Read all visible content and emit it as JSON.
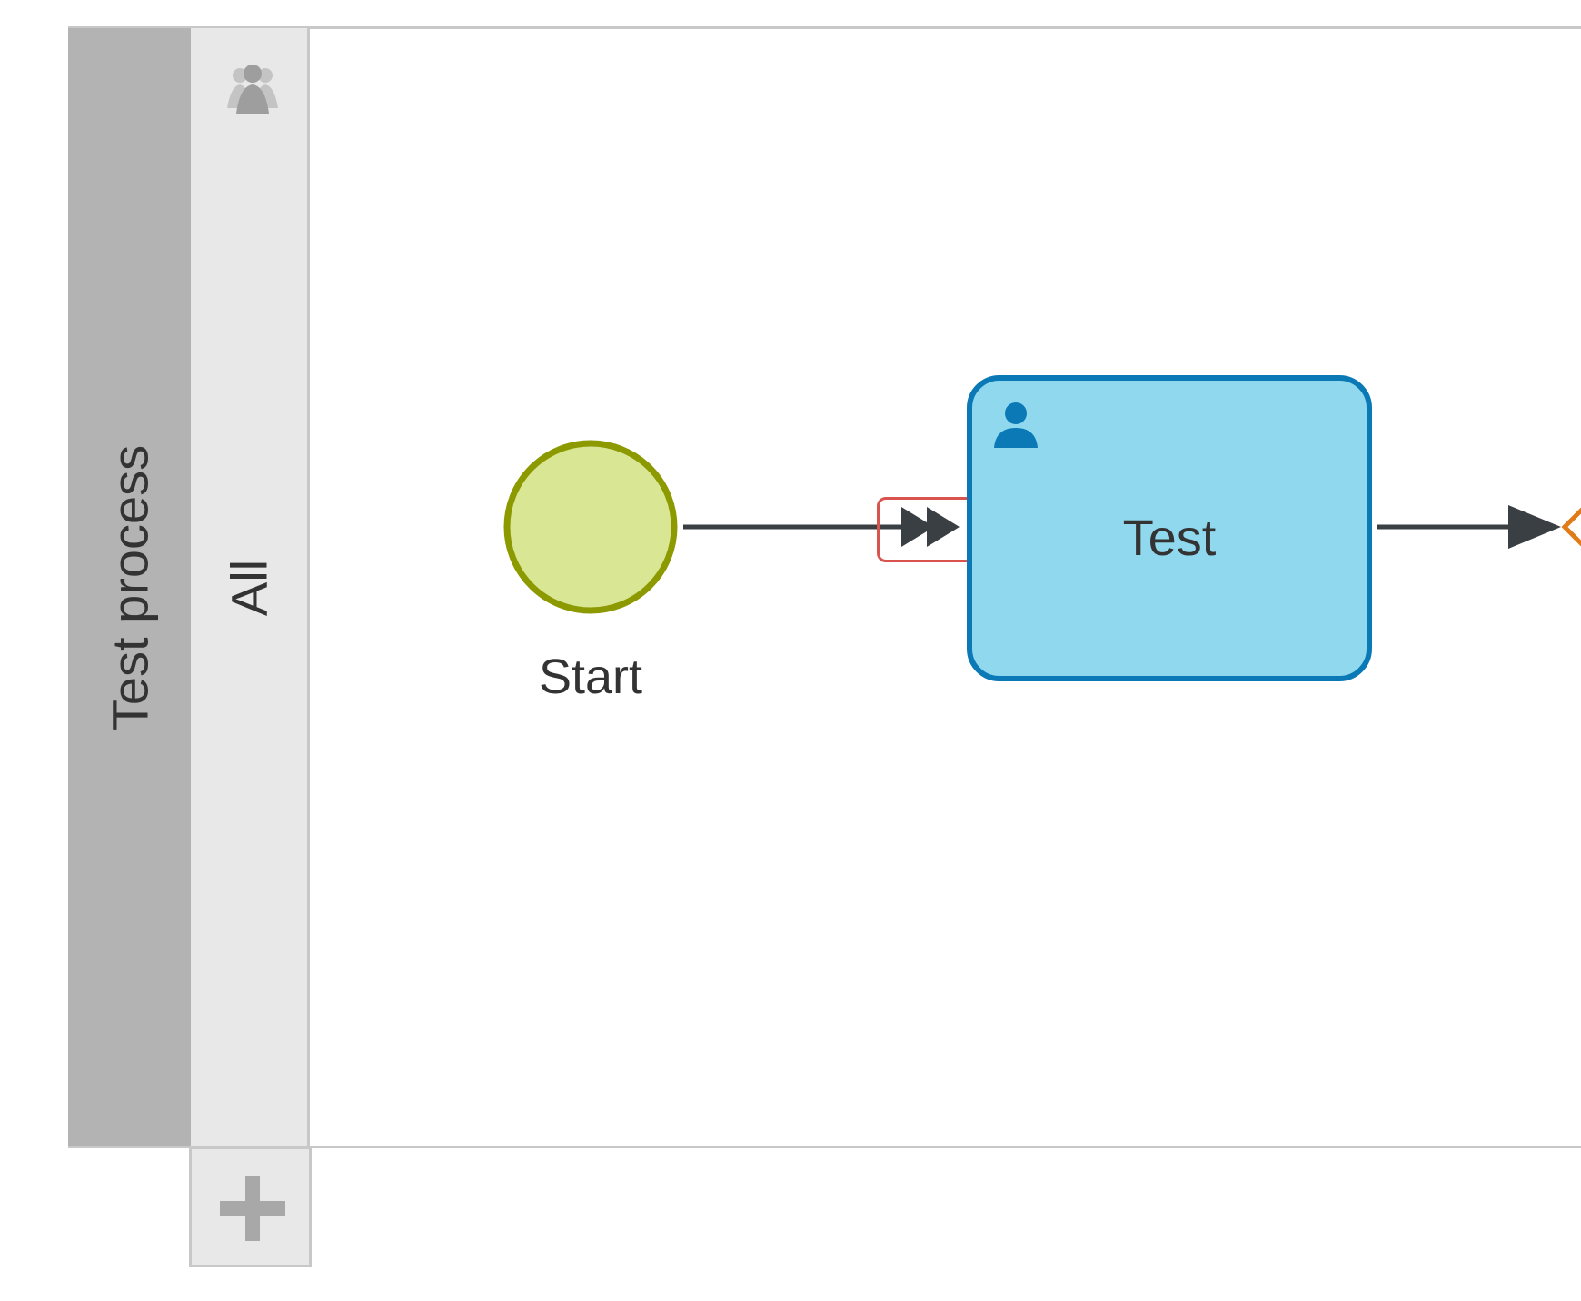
{
  "pool": {
    "label": "Test process"
  },
  "lane": {
    "label": "All",
    "icon": "users-icon"
  },
  "add_lane": {
    "icon": "plus-icon"
  },
  "start_event": {
    "label": "Start"
  },
  "task": {
    "label": "Test",
    "icon": "user-icon"
  },
  "colors": {
    "pool_header": "#b3b3b3",
    "lane_header": "#e8e8e8",
    "border": "#c8c8c8",
    "start_fill": "#d9e795",
    "start_stroke": "#8c9a00",
    "task_fill": "#8fd8ee",
    "task_stroke": "#0a79b6",
    "flow": "#3a3f44",
    "highlight": "#d9534f",
    "gateway": "#e07b17"
  }
}
